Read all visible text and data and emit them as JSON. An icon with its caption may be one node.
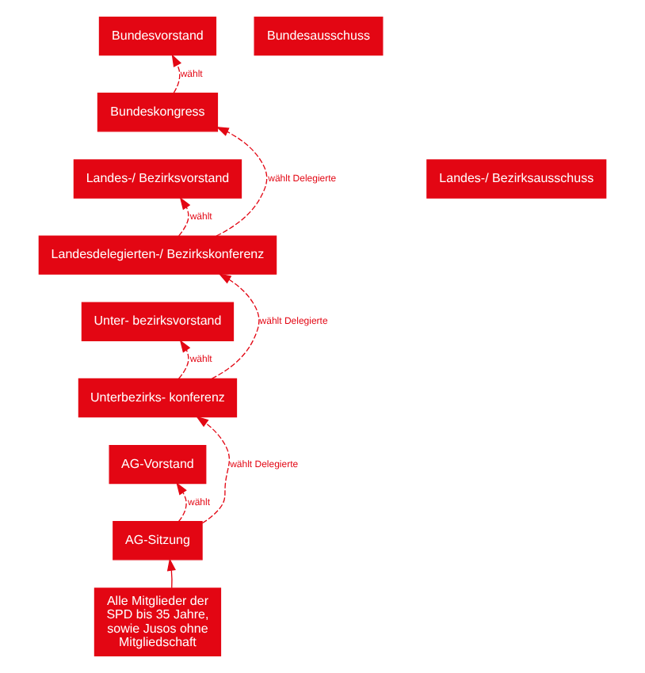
{
  "diagram": {
    "nodes": [
      {
        "text": [
          "Bundesvorstand"
        ]
      },
      {
        "text": [
          "Bundesausschuss"
        ]
      },
      {
        "text": [
          "Bundeskongress"
        ]
      },
      {
        "text": [
          "Landes-/ Bezirksvorstand"
        ]
      },
      {
        "text": [
          "Landes-/ Bezirksausschuss"
        ]
      },
      {
        "text": [
          "Landesdelegierten-/ Bezirkskonferenz"
        ]
      },
      {
        "text": [
          "Unter- bezirksvorstand"
        ]
      },
      {
        "text": [
          "Unterbezirks- konferenz"
        ]
      },
      {
        "text": [
          "AG-Vorstand"
        ]
      },
      {
        "text": [
          "AG-Sitzung"
        ]
      },
      {
        "text": [
          "Alle Mitglieder der SPD bis 35 Jahre, sowie Jusos ohne Mitgliedschaft"
        ]
      }
    ],
    "edges": [
      {
        "from": 2,
        "to": 0,
        "arrow": "to",
        "label": "wählt",
        "style": "dashed"
      },
      {
        "from": 5,
        "to": 2,
        "arrow": "to",
        "label": "wählt Delegierte",
        "style": "dashed"
      },
      {
        "from": 5,
        "to": 3,
        "arrow": "to",
        "label": "wählt",
        "style": "dashed"
      },
      {
        "from": 7,
        "to": 5,
        "arrow": "to",
        "label": "wählt Delegierte",
        "style": "dashed"
      },
      {
        "from": 7,
        "to": 6,
        "arrow": "to",
        "label": "wählt",
        "style": "dashed"
      },
      {
        "from": 9,
        "to": 7,
        "arrow": "to",
        "label": "wählt Delegierte",
        "style": "dashed"
      },
      {
        "from": 9,
        "to": 8,
        "arrow": "to",
        "label": "wählt",
        "style": "dashed"
      },
      {
        "from": 10,
        "to": 9,
        "arrow": "to"
      }
    ]
  }
}
